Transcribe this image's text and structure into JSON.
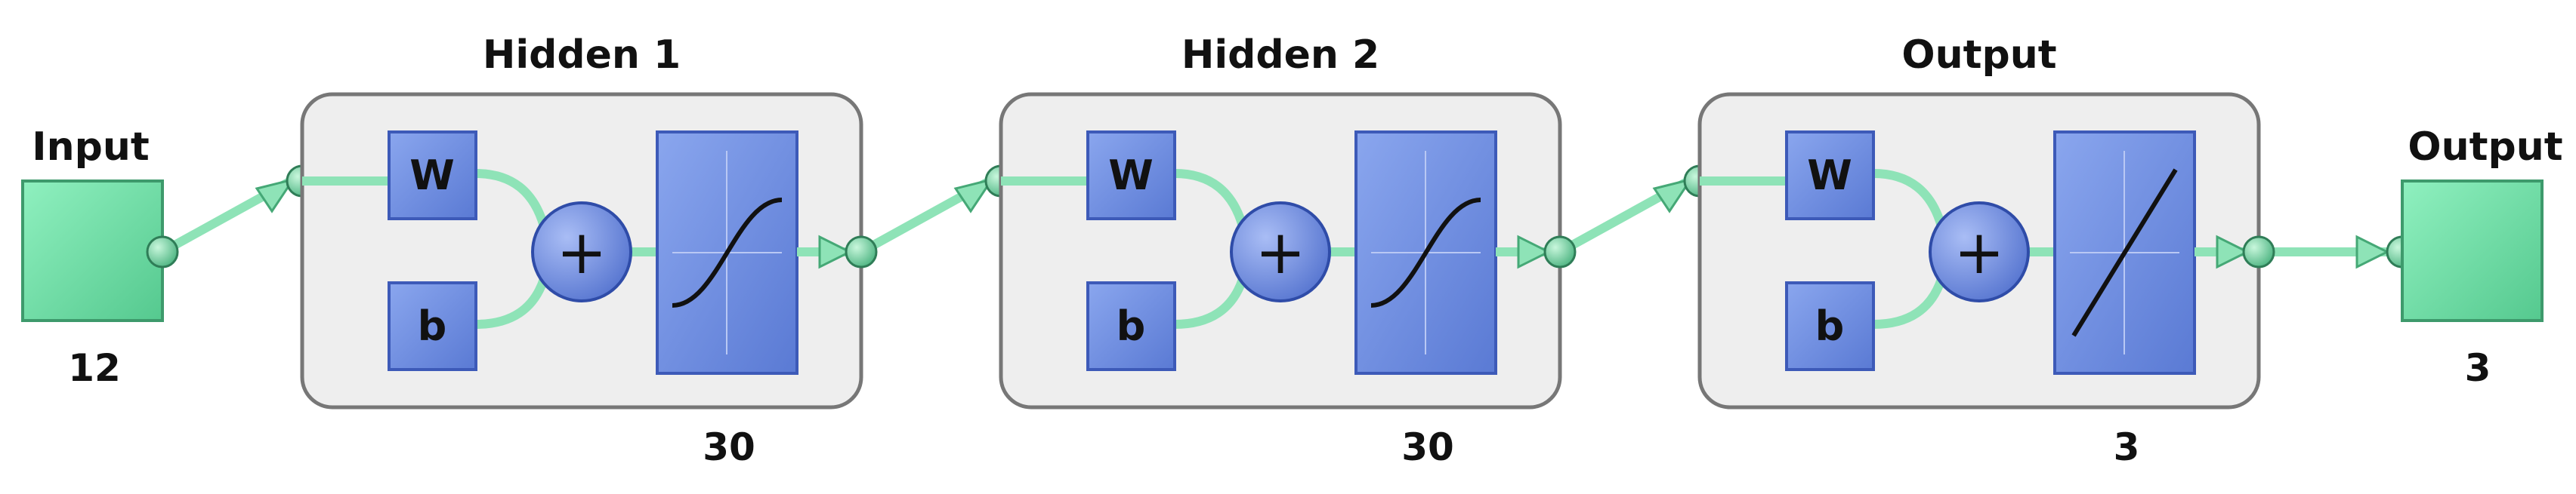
{
  "input": {
    "label": "Input",
    "size": "12"
  },
  "layers": [
    {
      "title": "Hidden 1",
      "size": "30",
      "weight_label": "W",
      "bias_label": "b",
      "sum_symbol": "+",
      "transfer": "sigmoid"
    },
    {
      "title": "Hidden 2",
      "size": "30",
      "weight_label": "W",
      "bias_label": "b",
      "sum_symbol": "+",
      "transfer": "sigmoid"
    },
    {
      "title": "Output",
      "size": "3",
      "weight_label": "W",
      "bias_label": "b",
      "sum_symbol": "+",
      "transfer": "linear"
    }
  ],
  "output": {
    "label": "Output",
    "size": "3"
  },
  "colors": {
    "io_box": "#6fe0a8",
    "block": "#6c8ce0",
    "block_border": "#3d5ab8",
    "layer_bg": "#eeeeee",
    "layer_border": "#777777",
    "connector": "#8ee3b7",
    "node": "#78d6a0"
  }
}
